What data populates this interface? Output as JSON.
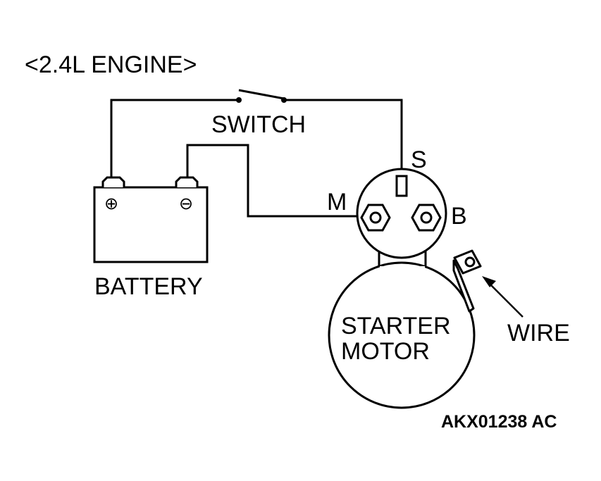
{
  "diagram": {
    "title": "<2.4L ENGINE>",
    "labels": {
      "switch": "SWITCH",
      "battery": "BATTERY",
      "terminal_s": "S",
      "terminal_m": "M",
      "terminal_b": "B",
      "starter_line1": "STARTER",
      "starter_line2": "MOTOR",
      "wire": "WIRE"
    },
    "battery_terminals": {
      "positive_symbol": "⊕",
      "negative_symbol": "⊖"
    },
    "figure_code": "AKX01238 AC"
  }
}
